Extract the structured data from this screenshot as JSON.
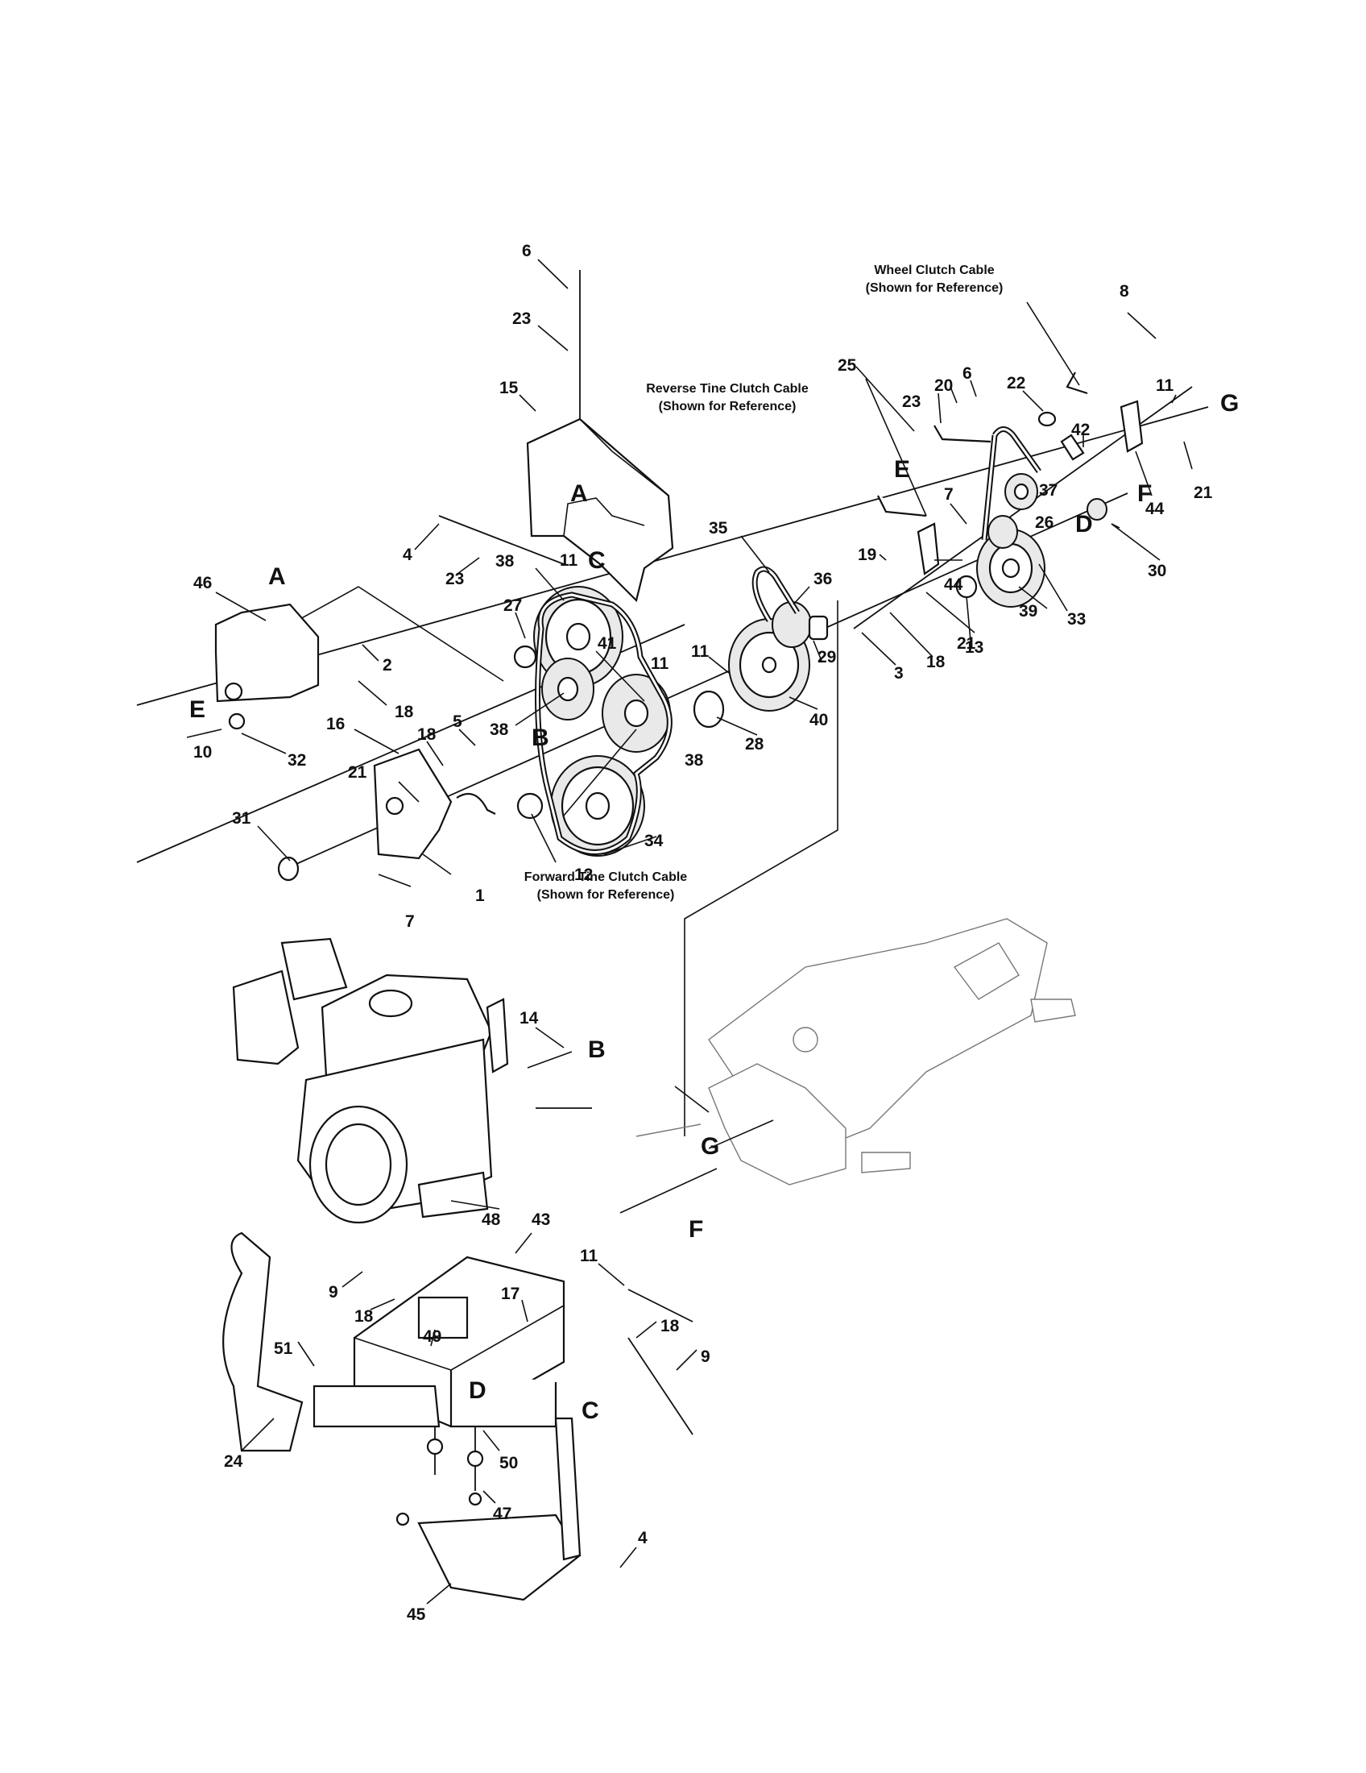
{
  "captions": {
    "wheel_clutch_cable": [
      "Wheel Clutch Cable",
      "(Shown for Reference)"
    ],
    "reverse_tine_clutch_cable": [
      "Reverse Tine Clutch Cable",
      "(Shown for Reference)"
    ],
    "forward_tine_clutch_cable": [
      "Forward Tine Clutch Cable",
      "(Shown for Reference)"
    ]
  },
  "callouts": [
    {
      "id": "c-6a",
      "label": "6"
    },
    {
      "id": "c-23a",
      "label": "23"
    },
    {
      "id": "c-15",
      "label": "15"
    },
    {
      "id": "c-4a",
      "label": "4"
    },
    {
      "id": "c-23b",
      "label": "23"
    },
    {
      "id": "c-46",
      "label": "46"
    },
    {
      "id": "c-2",
      "label": "2"
    },
    {
      "id": "c-18a",
      "label": "18"
    },
    {
      "id": "c-10",
      "label": "10"
    },
    {
      "id": "c-32",
      "label": "32"
    },
    {
      "id": "c-16",
      "label": "16"
    },
    {
      "id": "c-18b",
      "label": "18"
    },
    {
      "id": "c-5",
      "label": "5"
    },
    {
      "id": "c-21a",
      "label": "21"
    },
    {
      "id": "c-31",
      "label": "31"
    },
    {
      "id": "c-1",
      "label": "1"
    },
    {
      "id": "c-7a",
      "label": "7"
    },
    {
      "id": "c-27",
      "label": "27"
    },
    {
      "id": "c-38a",
      "label": "38"
    },
    {
      "id": "c-11a",
      "label": "11"
    },
    {
      "id": "c-41",
      "label": "41"
    },
    {
      "id": "c-38b",
      "label": "38"
    },
    {
      "id": "c-11b",
      "label": "11"
    },
    {
      "id": "c-38c",
      "label": "38"
    },
    {
      "id": "c-12",
      "label": "12"
    },
    {
      "id": "c-34",
      "label": "34"
    },
    {
      "id": "c-28",
      "label": "28"
    },
    {
      "id": "c-35",
      "label": "35"
    },
    {
      "id": "c-36",
      "label": "36"
    },
    {
      "id": "c-11c",
      "label": "11"
    },
    {
      "id": "c-29",
      "label": "29"
    },
    {
      "id": "c-40",
      "label": "40"
    },
    {
      "id": "c-8",
      "label": "8"
    },
    {
      "id": "c-25",
      "label": "25"
    },
    {
      "id": "c-23c",
      "label": "23"
    },
    {
      "id": "c-20",
      "label": "20"
    },
    {
      "id": "c-6b",
      "label": "6"
    },
    {
      "id": "c-22",
      "label": "22"
    },
    {
      "id": "c-11d",
      "label": "11"
    },
    {
      "id": "c-42",
      "label": "42"
    },
    {
      "id": "c-21b",
      "label": "21"
    },
    {
      "id": "c-44a",
      "label": "44"
    },
    {
      "id": "c-37",
      "label": "37"
    },
    {
      "id": "c-7b",
      "label": "7"
    },
    {
      "id": "c-26",
      "label": "26"
    },
    {
      "id": "c-30",
      "label": "30"
    },
    {
      "id": "c-19",
      "label": "19"
    },
    {
      "id": "c-44b",
      "label": "44"
    },
    {
      "id": "c-39",
      "label": "39"
    },
    {
      "id": "c-33",
      "label": "33"
    },
    {
      "id": "c-21c",
      "label": "21"
    },
    {
      "id": "c-13",
      "label": "13"
    },
    {
      "id": "c-3",
      "label": "3"
    },
    {
      "id": "c-18c",
      "label": "18"
    },
    {
      "id": "c-14",
      "label": "14"
    },
    {
      "id": "c-48",
      "label": "48"
    },
    {
      "id": "c-43",
      "label": "43"
    },
    {
      "id": "c-11e",
      "label": "11"
    },
    {
      "id": "c-9a",
      "label": "9"
    },
    {
      "id": "c-18d",
      "label": "18"
    },
    {
      "id": "c-17",
      "label": "17"
    },
    {
      "id": "c-49",
      "label": "49"
    },
    {
      "id": "c-51",
      "label": "51"
    },
    {
      "id": "c-18e",
      "label": "18"
    },
    {
      "id": "c-9b",
      "label": "9"
    },
    {
      "id": "c-24",
      "label": "24"
    },
    {
      "id": "c-50",
      "label": "50"
    },
    {
      "id": "c-47",
      "label": "47"
    },
    {
      "id": "c-4b",
      "label": "4"
    },
    {
      "id": "c-45",
      "label": "45"
    }
  ],
  "reference_letters": [
    {
      "id": "r-A1",
      "label": "A"
    },
    {
      "id": "r-A2",
      "label": "A"
    },
    {
      "id": "r-B1",
      "label": "B"
    },
    {
      "id": "r-B2",
      "label": "B"
    },
    {
      "id": "r-C1",
      "label": "C"
    },
    {
      "id": "r-C2",
      "label": "C"
    },
    {
      "id": "r-D1",
      "label": "D"
    },
    {
      "id": "r-D2",
      "label": "D"
    },
    {
      "id": "r-E1",
      "label": "E"
    },
    {
      "id": "r-E2",
      "label": "E"
    },
    {
      "id": "r-F1",
      "label": "F"
    },
    {
      "id": "r-F2",
      "label": "F"
    },
    {
      "id": "r-G1",
      "label": "G"
    },
    {
      "id": "r-G2",
      "label": "G"
    }
  ]
}
